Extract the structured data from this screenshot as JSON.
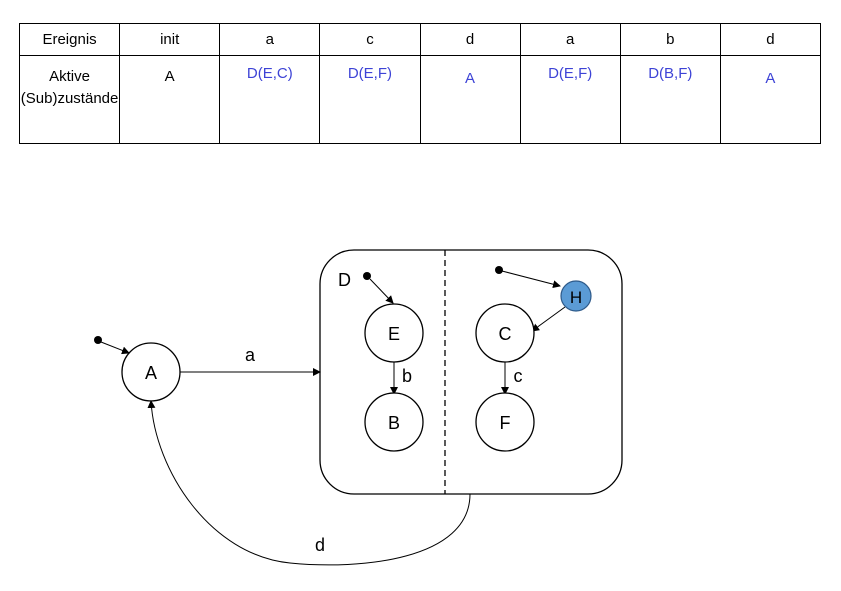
{
  "table": {
    "header": {
      "label": "Ereignis",
      "events": [
        "init",
        "a",
        "c",
        "d",
        "a",
        "b",
        "d"
      ]
    },
    "row": {
      "label_line1": "Aktive",
      "label_line2": "(Sub)zustände",
      "states": [
        "A",
        "D(E,C)",
        "D(E,F)",
        "A",
        "D(E,F)",
        "D(B,F)",
        "A"
      ]
    }
  },
  "colors": {
    "handwriting": "#3d43d6",
    "history_fill": "#5b9bd5"
  },
  "diagram": {
    "state_A": "A",
    "composite_D": "D",
    "state_E": "E",
    "state_B": "B",
    "state_C": "C",
    "state_F": "F",
    "history_H": "H",
    "transition_a": "a",
    "transition_b": "b",
    "transition_c": "c",
    "transition_d": "d"
  }
}
